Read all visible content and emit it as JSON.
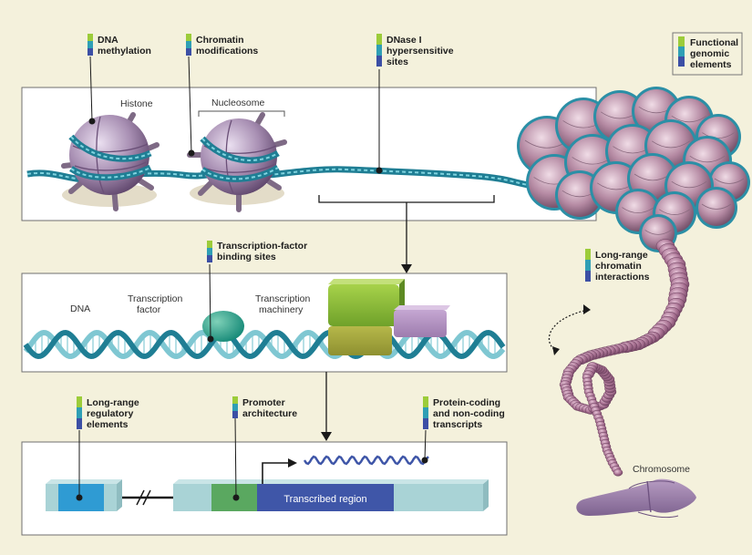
{
  "colors": {
    "background": "#f4f1dc",
    "key_green": "#9ccc3a",
    "key_teal": "#2f9fb5",
    "key_blue": "#3c4fa5",
    "dna_teal": "#2b8fa6",
    "histone_purple": "#8e7196",
    "chromatin_pink": "#a9738f",
    "transcribed_blue": "#3f56a8",
    "promoter_green": "#5aa860",
    "gene_teal": "#a9d3d6"
  },
  "labels": {
    "dna_methylation": [
      "DNA",
      "methylation"
    ],
    "chromatin_modifications": [
      "Chromatin",
      "modifications"
    ],
    "dnase_sites": [
      "DNase I",
      "hypersensitive",
      "sites"
    ],
    "legend": [
      "Functional",
      "genomic",
      "elements"
    ],
    "histone": "Histone",
    "nucleosome": "Nucleosome",
    "tf_binding": [
      "Transcription-factor",
      "binding sites"
    ],
    "long_range_interactions": [
      "Long-range",
      "chromatin",
      "interactions"
    ],
    "dna": "DNA",
    "transcription_factor": [
      "Transcription",
      "factor"
    ],
    "transcription_machinery": [
      "Transcription",
      "machinery"
    ],
    "long_range_regulatory": [
      "Long-range",
      "regulatory",
      "elements"
    ],
    "promoter_architecture": [
      "Promoter",
      "architecture"
    ],
    "protein_coding": [
      "Protein-coding",
      "and non-coding",
      "transcripts"
    ],
    "transcribed_region": "Transcribed region",
    "chromosome": "Chromosome"
  }
}
